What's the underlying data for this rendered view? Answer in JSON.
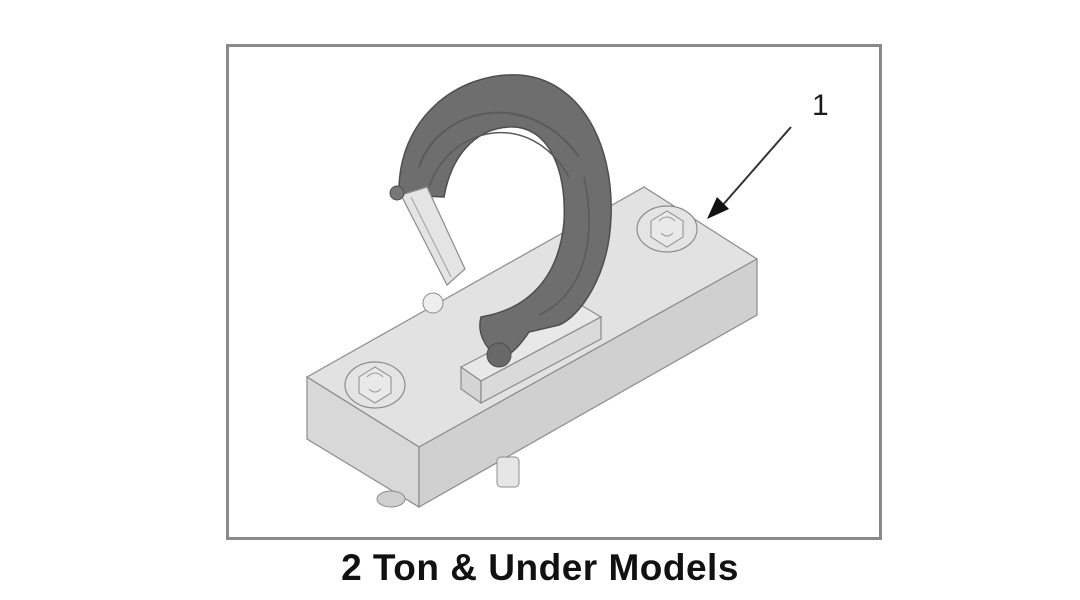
{
  "figure": {
    "caption": "2 Ton & Under Models",
    "callouts": [
      {
        "number": "1",
        "target": "mounting-bolt"
      }
    ],
    "colors": {
      "frame_border": "#8a8a8a",
      "block_fill": "#dcdcdc",
      "block_side": "#cfcfcf",
      "hook_fill": "#6b6b6b",
      "caption_text": "#111111"
    },
    "icons": {
      "hook": "hook-icon",
      "bolt": "bolt-icon",
      "arrow": "arrow-icon"
    }
  }
}
